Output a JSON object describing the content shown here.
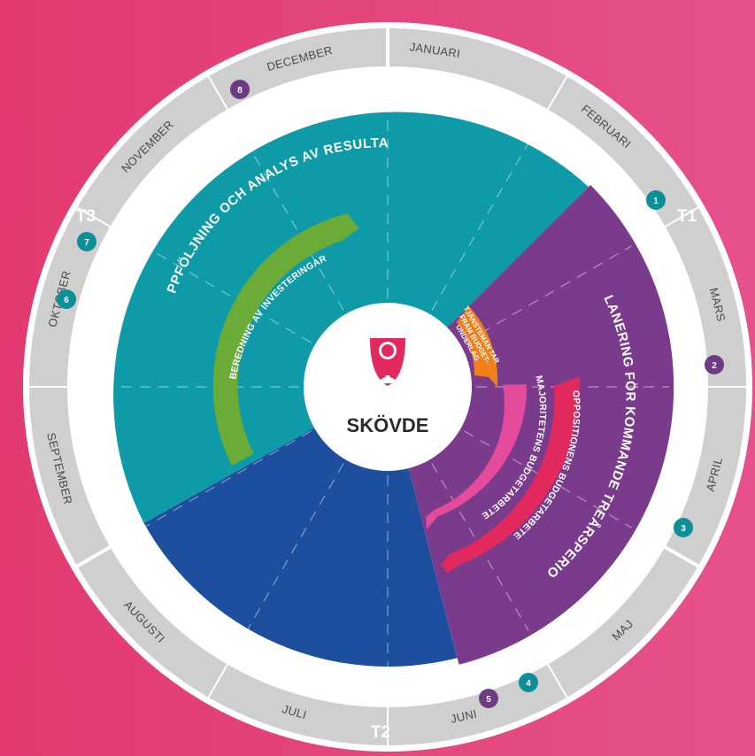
{
  "months": [
    "JANUARI",
    "FEBRUARI",
    "MARS",
    "APRIL",
    "MAJ",
    "JUNI",
    "JULI",
    "AUGUSTI",
    "SEPTEMBER",
    "OKTOBER",
    "NOVEMBER",
    "DECEMBER"
  ],
  "terms": {
    "t1": "T1",
    "t2": "T2",
    "t3": "T3"
  },
  "badges": [
    "1",
    "2",
    "3",
    "4",
    "5",
    "6",
    "7",
    "8"
  ],
  "phases": {
    "followup": "UPPFÖLJNING OCH ANALYS AV RESULTAT",
    "planning": "PLANERING FÖR KOMMANDE TREÅRSPERIOD"
  },
  "arcs": {
    "investments": "BEREDNING AV INVESTERINGAR",
    "majority": "MAJORITETENS BUDGETARBETE",
    "opposition": "OPPOSITIONENS BUDGETARBETE",
    "officials_1": "TJÄNSTEMÄN TAR",
    "officials_2": "FRAM BUDGET-",
    "officials_3": "UNDERLAG"
  },
  "logo": {
    "name": "SKÖVDE"
  },
  "colors": {
    "teal": "#0e9aa6",
    "purple": "#7a3b8c",
    "blue": "#1d4f9e",
    "green": "#6bab37",
    "pink": "#e44b9b",
    "red": "#e2295d",
    "orange": "#f07f1c",
    "ring": "#cfcfcf",
    "badge_teal": "#0e8f98",
    "badge_purple": "#6e3a84"
  }
}
